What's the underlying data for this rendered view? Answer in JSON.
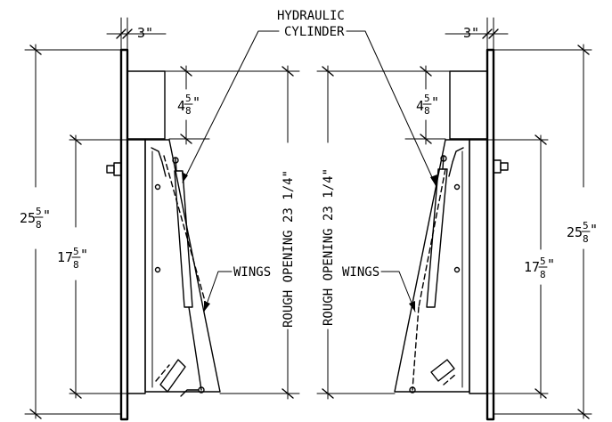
{
  "labels": {
    "hydraulic": "HYDRAULIC",
    "cylinder": "CYLINDER",
    "wings_left": "WINGS",
    "wings_right": "WINGS",
    "rough_left": "ROUGH OPENING 23 1/4\"",
    "rough_right": "ROUGH OPENING 23 1/4\""
  },
  "dims": {
    "top_left": "3\"",
    "top_right": "3\"",
    "small_left": {
      "whole": "4",
      "num": "5",
      "den": "8",
      "unit": "\""
    },
    "small_right": {
      "whole": "4",
      "num": "5",
      "den": "8",
      "unit": "\""
    },
    "total_left": {
      "whole": "25",
      "num": "5",
      "den": "8",
      "unit": "\""
    },
    "total_right": {
      "whole": "25",
      "num": "5",
      "den": "8",
      "unit": "\""
    },
    "wing_left": {
      "whole": "17",
      "num": "5",
      "den": "8",
      "unit": "\""
    },
    "wing_right": {
      "whole": "17",
      "num": "5",
      "den": "8",
      "unit": "\""
    }
  }
}
